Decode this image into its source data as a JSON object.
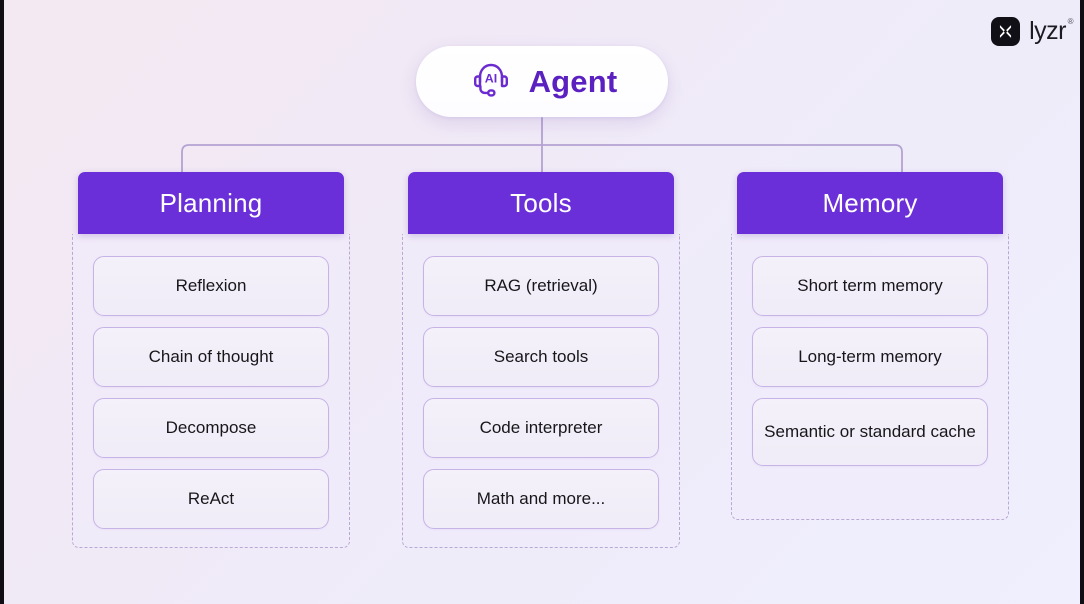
{
  "brand": {
    "name": "lyzr",
    "mark_icon": "lyzr-x-mark-icon",
    "trademark": "®"
  },
  "root": {
    "label": "Agent",
    "icon": "headset-ai-icon",
    "icon_text": "AI"
  },
  "colors": {
    "header_purple": "#6a2fd8",
    "agent_text": "#5b21c0",
    "card_border": "#c6b4e6",
    "dashed_border": "#b9a8d4",
    "card_text": "#17171a",
    "background_start": "#f3e9f2",
    "background_end": "#efeffd"
  },
  "columns": [
    {
      "title": "Planning",
      "items": [
        {
          "label": "Reflexion",
          "lines": 1
        },
        {
          "label": "Chain of thought",
          "lines": 1
        },
        {
          "label": "Decompose",
          "lines": 1
        },
        {
          "label": "ReAct",
          "lines": 1
        }
      ]
    },
    {
      "title": "Tools",
      "items": [
        {
          "label": "RAG (retrieval)",
          "lines": 1
        },
        {
          "label": "Search tools",
          "lines": 1
        },
        {
          "label": "Code interpreter",
          "lines": 1
        },
        {
          "label": "Math and more...",
          "lines": 1
        }
      ]
    },
    {
      "title": "Memory",
      "items": [
        {
          "label": "Short term memory",
          "lines": 1
        },
        {
          "label": "Long-term memory",
          "lines": 1
        },
        {
          "label": "Semantic or standard cache",
          "lines": 2
        }
      ]
    }
  ]
}
